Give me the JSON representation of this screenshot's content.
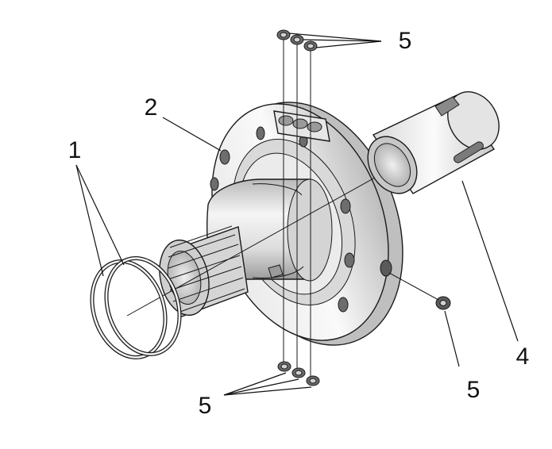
{
  "diagram": {
    "callouts": [
      {
        "id": "1",
        "label": "1"
      },
      {
        "id": "2",
        "label": "2"
      },
      {
        "id": "4",
        "label": "4"
      },
      {
        "id": "5a",
        "label": "5"
      },
      {
        "id": "5b",
        "label": "5"
      },
      {
        "id": "5c",
        "label": "5"
      }
    ],
    "parts": [
      "snap-ring-pair",
      "flanged-spline-hub",
      "slotted-sleeve",
      "set-screws"
    ]
  },
  "colors": {
    "line": "#1a1a1a",
    "metal_light": "#f2f2f2",
    "metal_mid": "#cfcfcf",
    "metal_dark": "#8a8a8a"
  }
}
